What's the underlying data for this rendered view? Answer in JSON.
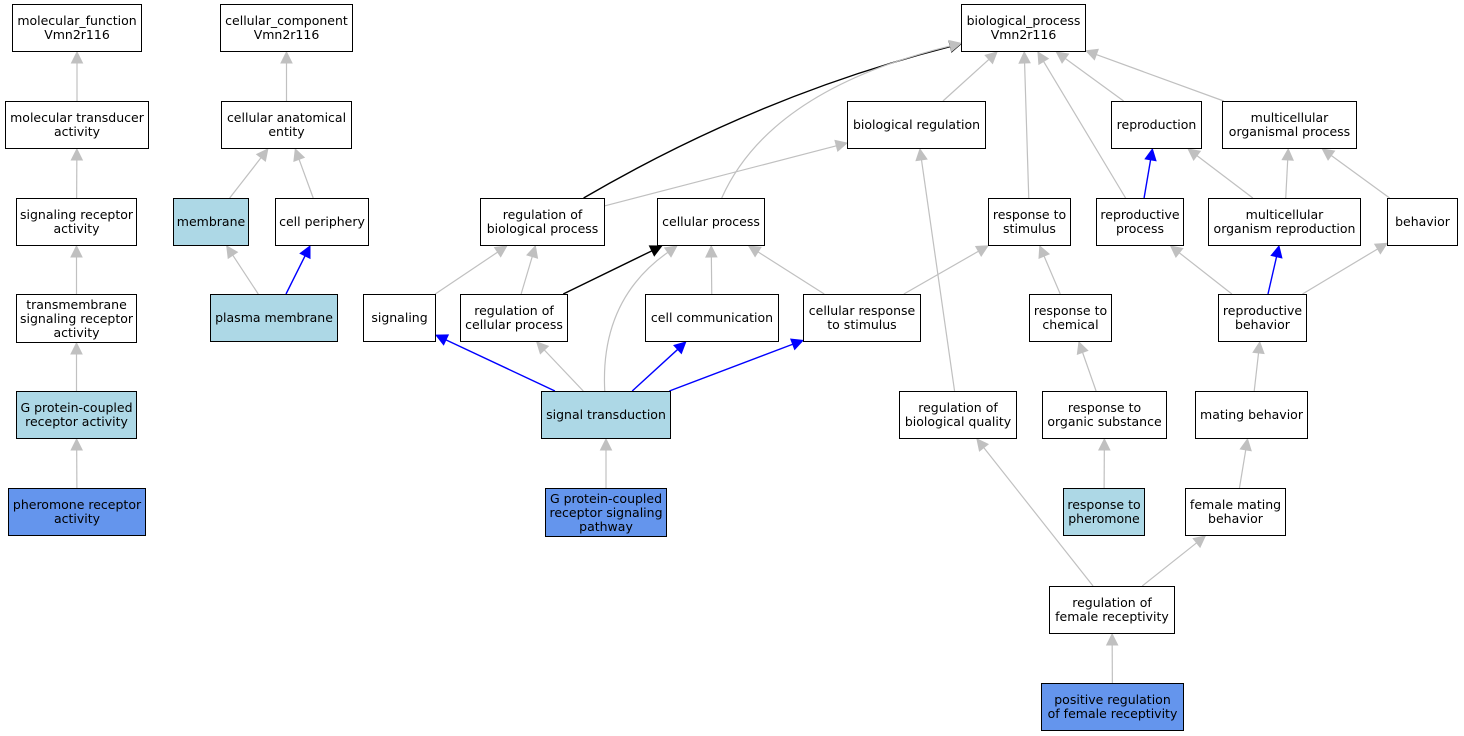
{
  "colors": {
    "white": "#ffffff",
    "lightblue": "#add8e6",
    "cornflower": "#6495ed",
    "edge_gray": "#c0c0c0",
    "edge_black": "#000000",
    "edge_blue": "#0000ff"
  },
  "nodes": [
    {
      "id": "mf_root",
      "label": "molecular_function\nVmn2r116",
      "fill": "white"
    },
    {
      "id": "mol_transducer",
      "label": "molecular transducer\nactivity",
      "fill": "white"
    },
    {
      "id": "sig_receptor",
      "label": "signaling receptor\nactivity",
      "fill": "white"
    },
    {
      "id": "tm_sig_receptor",
      "label": "transmembrane\nsignaling receptor\nactivity",
      "fill": "white"
    },
    {
      "id": "gpcr_activity",
      "label": "G protein-coupled\nreceptor activity",
      "fill": "lightblue"
    },
    {
      "id": "pheromone_receptor",
      "label": "pheromone receptor\nactivity",
      "fill": "cornflower"
    },
    {
      "id": "cc_root",
      "label": "cellular_component\nVmn2r116",
      "fill": "white"
    },
    {
      "id": "cell_anat_entity",
      "label": "cellular anatomical\nentity",
      "fill": "white"
    },
    {
      "id": "membrane",
      "label": "membrane",
      "fill": "lightblue"
    },
    {
      "id": "cell_periphery",
      "label": "cell periphery",
      "fill": "white"
    },
    {
      "id": "plasma_membrane",
      "label": "plasma membrane",
      "fill": "lightblue"
    },
    {
      "id": "bp_root",
      "label": "biological_process\nVmn2r116",
      "fill": "white"
    },
    {
      "id": "bio_regulation",
      "label": "biological regulation",
      "fill": "white"
    },
    {
      "id": "reproduction",
      "label": "reproduction",
      "fill": "white"
    },
    {
      "id": "multicell_proc",
      "label": "multicellular\norganismal process",
      "fill": "white"
    },
    {
      "id": "reg_bio_proc",
      "label": "regulation of\nbiological process",
      "fill": "white"
    },
    {
      "id": "cellular_proc",
      "label": "cellular process",
      "fill": "white"
    },
    {
      "id": "resp_stimulus",
      "label": "response to\nstimulus",
      "fill": "white"
    },
    {
      "id": "repro_proc",
      "label": "reproductive\nprocess",
      "fill": "white"
    },
    {
      "id": "multicell_repro",
      "label": "multicellular\norganism reproduction",
      "fill": "white"
    },
    {
      "id": "behavior",
      "label": "behavior",
      "fill": "white"
    },
    {
      "id": "signaling",
      "label": "signaling",
      "fill": "white"
    },
    {
      "id": "reg_cell_proc",
      "label": "regulation of\ncellular process",
      "fill": "white"
    },
    {
      "id": "cell_comm",
      "label": "cell communication",
      "fill": "white"
    },
    {
      "id": "cell_resp_stim",
      "label": "cellular response\nto stimulus",
      "fill": "white"
    },
    {
      "id": "resp_chemical",
      "label": "response to\nchemical",
      "fill": "white"
    },
    {
      "id": "repro_behavior",
      "label": "reproductive\nbehavior",
      "fill": "white"
    },
    {
      "id": "signal_trans",
      "label": "signal transduction",
      "fill": "lightblue"
    },
    {
      "id": "reg_bio_quality",
      "label": "regulation of\nbiological quality",
      "fill": "white"
    },
    {
      "id": "resp_organic",
      "label": "response to\norganic substance",
      "fill": "white"
    },
    {
      "id": "mating_behavior",
      "label": "mating behavior",
      "fill": "white"
    },
    {
      "id": "gpcr_pathway",
      "label": "G protein-coupled\nreceptor signaling\npathway",
      "fill": "cornflower"
    },
    {
      "id": "resp_pheromone",
      "label": "response to\npheromone",
      "fill": "lightblue"
    },
    {
      "id": "female_mating",
      "label": "female mating\nbehavior",
      "fill": "white"
    },
    {
      "id": "reg_female_recept",
      "label": "regulation of\nfemale receptivity",
      "fill": "white"
    },
    {
      "id": "pos_reg_female_recept",
      "label": "positive regulation\nof female receptivity",
      "fill": "cornflower"
    }
  ],
  "edges": [
    {
      "from": "mol_transducer",
      "to": "mf_root",
      "color": "gray"
    },
    {
      "from": "sig_receptor",
      "to": "mol_transducer",
      "color": "gray"
    },
    {
      "from": "tm_sig_receptor",
      "to": "sig_receptor",
      "color": "gray"
    },
    {
      "from": "gpcr_activity",
      "to": "tm_sig_receptor",
      "color": "gray"
    },
    {
      "from": "pheromone_receptor",
      "to": "gpcr_activity",
      "color": "gray"
    },
    {
      "from": "cell_anat_entity",
      "to": "cc_root",
      "color": "gray"
    },
    {
      "from": "membrane",
      "to": "cell_anat_entity",
      "color": "gray"
    },
    {
      "from": "cell_periphery",
      "to": "cell_anat_entity",
      "color": "gray"
    },
    {
      "from": "plasma_membrane",
      "to": "membrane",
      "color": "gray"
    },
    {
      "from": "plasma_membrane",
      "to": "cell_periphery",
      "color": "blue"
    },
    {
      "from": "reg_bio_proc",
      "to": "bp_root",
      "color": "black"
    },
    {
      "from": "cellular_proc",
      "to": "bp_root",
      "color": "gray"
    },
    {
      "from": "bio_regulation",
      "to": "bp_root",
      "color": "gray"
    },
    {
      "from": "resp_stimulus",
      "to": "bp_root",
      "color": "gray"
    },
    {
      "from": "repro_proc",
      "to": "bp_root",
      "color": "gray"
    },
    {
      "from": "reproduction",
      "to": "bp_root",
      "color": "gray"
    },
    {
      "from": "multicell_proc",
      "to": "bp_root",
      "color": "gray"
    },
    {
      "from": "reg_bio_proc",
      "to": "bio_regulation",
      "color": "gray"
    },
    {
      "from": "repro_proc",
      "to": "reproduction",
      "color": "blue"
    },
    {
      "from": "multicell_repro",
      "to": "reproduction",
      "color": "gray"
    },
    {
      "from": "multicell_repro",
      "to": "multicell_proc",
      "color": "gray"
    },
    {
      "from": "behavior",
      "to": "multicell_proc",
      "color": "gray"
    },
    {
      "from": "signaling",
      "to": "reg_bio_proc",
      "color": "gray"
    },
    {
      "from": "reg_cell_proc",
      "to": "reg_bio_proc",
      "color": "gray"
    },
    {
      "from": "reg_cell_proc",
      "to": "cellular_proc",
      "color": "black"
    },
    {
      "from": "cell_comm",
      "to": "cellular_proc",
      "color": "gray"
    },
    {
      "from": "cell_resp_stim",
      "to": "cellular_proc",
      "color": "gray"
    },
    {
      "from": "cell_resp_stim",
      "to": "resp_stimulus",
      "color": "gray"
    },
    {
      "from": "resp_chemical",
      "to": "resp_stimulus",
      "color": "gray"
    },
    {
      "from": "repro_behavior",
      "to": "repro_proc",
      "color": "gray"
    },
    {
      "from": "repro_behavior",
      "to": "multicell_repro",
      "color": "blue"
    },
    {
      "from": "repro_behavior",
      "to": "behavior",
      "color": "gray"
    },
    {
      "from": "signal_trans",
      "to": "signaling",
      "color": "blue"
    },
    {
      "from": "signal_trans",
      "to": "reg_cell_proc",
      "color": "gray"
    },
    {
      "from": "signal_trans",
      "to": "cellular_proc",
      "color": "gray"
    },
    {
      "from": "signal_trans",
      "to": "cell_comm",
      "color": "blue"
    },
    {
      "from": "signal_trans",
      "to": "cell_resp_stim",
      "color": "blue"
    },
    {
      "from": "gpcr_pathway",
      "to": "signal_trans",
      "color": "gray"
    },
    {
      "from": "reg_bio_quality",
      "to": "bio_regulation",
      "color": "gray"
    },
    {
      "from": "resp_organic",
      "to": "resp_chemical",
      "color": "gray"
    },
    {
      "from": "resp_pheromone",
      "to": "resp_organic",
      "color": "gray"
    },
    {
      "from": "mating_behavior",
      "to": "repro_behavior",
      "color": "gray"
    },
    {
      "from": "female_mating",
      "to": "mating_behavior",
      "color": "gray"
    },
    {
      "from": "reg_female_recept",
      "to": "female_mating",
      "color": "gray"
    },
    {
      "from": "reg_female_recept",
      "to": "reg_bio_quality",
      "color": "gray"
    },
    {
      "from": "pos_reg_female_recept",
      "to": "reg_female_recept",
      "color": "gray"
    }
  ]
}
